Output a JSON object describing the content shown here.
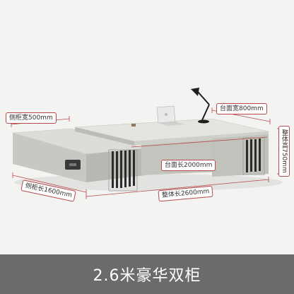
{
  "dimensions": {
    "side_cabinet_width": "侧柜宽500mm",
    "desktop_width": "台面宽800mm",
    "total_height": "整体高750mm",
    "desktop_length": "台面长2000mm",
    "side_cabinet_length": "侧柜长1600mm",
    "total_length": "整体长2600mm"
  },
  "footer": {
    "title": "2.6米豪华双柜"
  },
  "colors": {
    "dimension_line": "#b84a4a",
    "footer_bg": "#6b6b6b",
    "scene_bg": "#f3f3f2"
  }
}
